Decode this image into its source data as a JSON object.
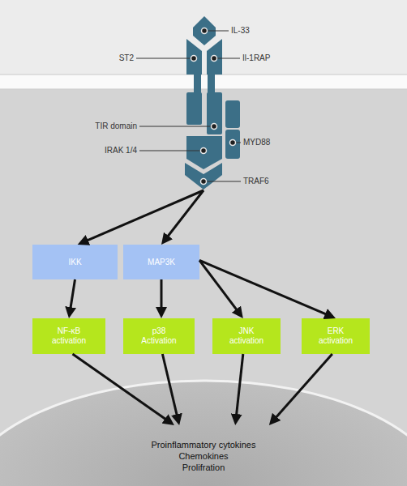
{
  "diagram": {
    "nodes": [
      {
        "text": [
          "TRAF6"
        ]
      },
      {
        "text": [
          "IKK"
        ]
      },
      {
        "text": [
          "MAP3K"
        ]
      },
      {
        "text": [
          "NF-κB activation"
        ]
      },
      {
        "text": [
          "p38 Activation"
        ]
      },
      {
        "text": [
          "JNK activation"
        ]
      },
      {
        "text": [
          "ERK activation"
        ]
      },
      {
        "text": [
          "Proinflammatory cytokines",
          "Chemokines",
          "Prolifration"
        ]
      }
    ],
    "edges": [
      {
        "from": 0,
        "to": 1,
        "arrow": "to"
      },
      {
        "from": 0,
        "to": 2,
        "arrow": "to"
      },
      {
        "from": 1,
        "to": 3,
        "arrow": "to"
      },
      {
        "from": 2,
        "to": 4,
        "arrow": "to"
      },
      {
        "from": 2,
        "to": 5,
        "arrow": "to"
      },
      {
        "from": 2,
        "to": 6,
        "arrow": "to"
      },
      {
        "from": 3,
        "to": 7,
        "arrow": "to"
      },
      {
        "from": 4,
        "to": 7,
        "arrow": "to"
      },
      {
        "from": 5,
        "to": 7,
        "arrow": "to"
      },
      {
        "from": 6,
        "to": 7,
        "arrow": "to"
      }
    ],
    "labels": [
      "IL-33",
      "ST2",
      "Il-1RAP",
      "TIR domain",
      "IRAK 1/4",
      "MYD88"
    ]
  }
}
